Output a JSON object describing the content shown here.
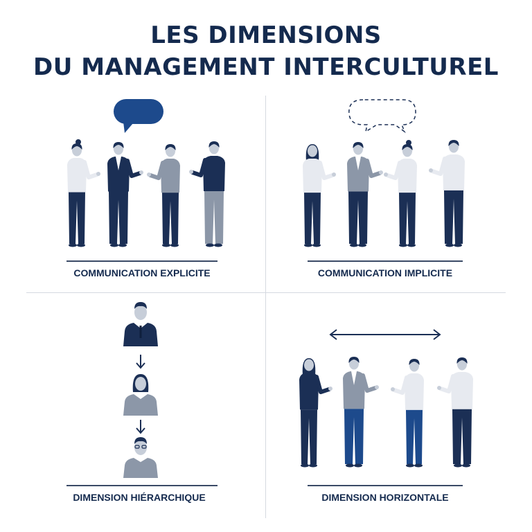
{
  "title": {
    "line1": "LES DIMENSIONS",
    "line2": "DU MANAGEMENT INTERCULTUREL"
  },
  "panels": [
    {
      "caption": "COMMUNICATION EXPLICITE",
      "bubble": "solid speech bubble"
    },
    {
      "caption": "COMMUNICATION IMPLICITE",
      "bubble": "dashed thought bubble"
    },
    {
      "caption": "DIMENSION HIÉRARCHIQUE",
      "flow": "top-down arrows"
    },
    {
      "caption": "DIMENSION HORIZONTALE",
      "flow": "double-headed arrow"
    }
  ],
  "colors": {
    "navy": "#1b2f55",
    "slate": "#8c97a8",
    "light": "#e7eaf0",
    "skin": "#c7ced9",
    "accent": "#1d4a8c"
  },
  "icons": [
    "speech-bubble-icon",
    "thought-bubble-icon",
    "arrow-down-icon",
    "double-arrow-icon",
    "person-icon"
  ]
}
